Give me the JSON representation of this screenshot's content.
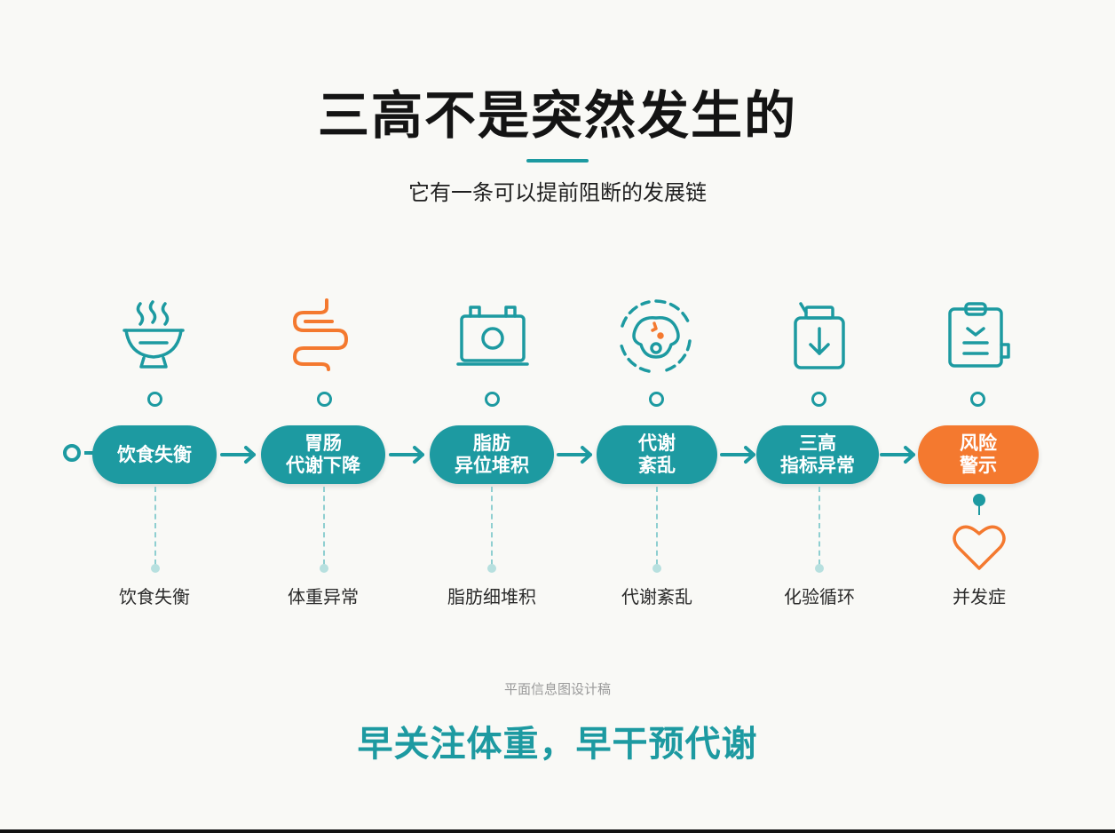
{
  "title": "三高不是突然发生的",
  "subtitle": "它有一条可以提前阻断的发展链",
  "colors": {
    "primary": "#1d9aa1",
    "warning": "#f4792f",
    "title": "#141414"
  },
  "steps": [
    {
      "label": "饮食失衡",
      "sub": "饮食失衡",
      "icon": "steaming-bowl-icon"
    },
    {
      "label": "胃肠\n代谢下降",
      "sub": "体重异常",
      "icon": "intestine-icon"
    },
    {
      "label": "脂肪\n异位堆积",
      "sub": "脂肪细堆积",
      "icon": "fat-cell-box-icon"
    },
    {
      "label": "代谢\n紊乱",
      "sub": "代谢紊乱",
      "icon": "metabolism-cycle-icon"
    },
    {
      "label": "三高\n指标异常",
      "sub": "化验循环",
      "icon": "test-bottle-icon"
    },
    {
      "label": "风险\n警示",
      "sub": "并发症",
      "icon": "clipboard-icon",
      "extra_icon": "heart-icon"
    }
  ],
  "footnote": "平面信息图设计稿",
  "slogan": "早关注体重，早干预代谢"
}
